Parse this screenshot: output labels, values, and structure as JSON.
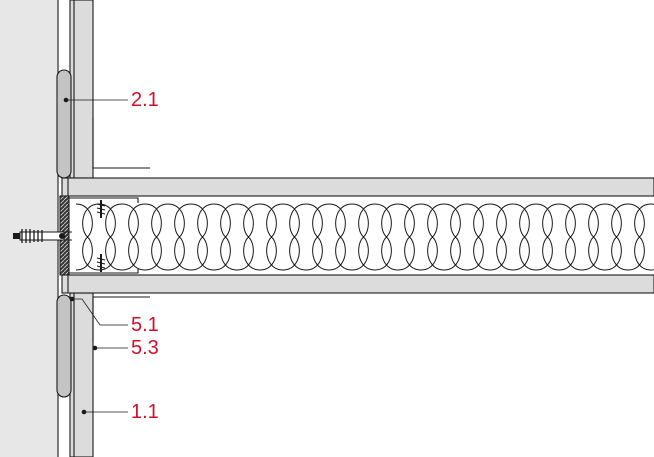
{
  "callouts": {
    "c21": "2.1",
    "c51": "5.1",
    "c53": "5.3",
    "c11": "1.1"
  },
  "colors": {
    "callout_text": "#d0102a",
    "wall": "#e7e7e7",
    "board": "#dcdcdc",
    "seal": "#c4c4c4",
    "line": "#1a1a1a"
  }
}
